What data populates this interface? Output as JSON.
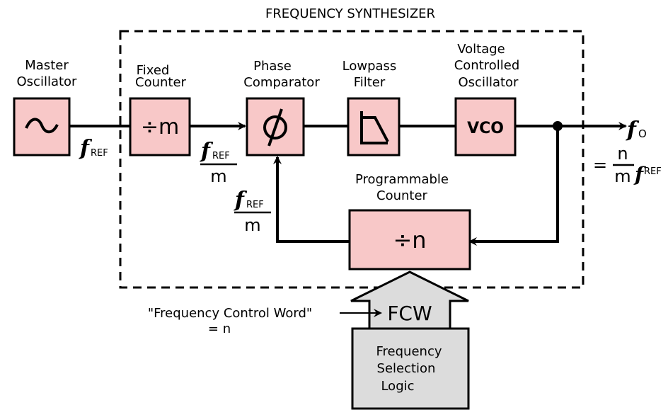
{
  "title": "FREQUENCY SYNTHESIZER",
  "colors": {
    "block_fill": "#f8c8c8",
    "selection_fill": "#dcdcdc",
    "stroke": "#000000"
  },
  "blocks": {
    "master_oscillator": {
      "label_line1": "Master",
      "label_line2": "Oscillator",
      "symbol": "~"
    },
    "fixed_counter": {
      "label_line1": "Fixed",
      "label_line2": "Counter",
      "symbol": "÷m"
    },
    "phase_comparator": {
      "label_line1": "Phase",
      "label_line2": "Comparator",
      "symbol": "ϕ"
    },
    "lowpass_filter": {
      "label_line1": "Lowpass",
      "label_line2": "Filter"
    },
    "vco": {
      "label_line1": "Voltage",
      "label_line2": "Controlled",
      "label_line3": "Oscillator",
      "symbol": "VCO"
    },
    "programmable_counter": {
      "label_line1": "Programmable",
      "label_line2": "Counter",
      "symbol": "÷n"
    },
    "frequency_selection_logic": {
      "label_line1": "Frequency",
      "label_line2": "Selection",
      "label_line3": "Logic"
    }
  },
  "signals": {
    "f": "f",
    "ref_sub": "REF",
    "out_sub": "O",
    "m": "m",
    "n": "n",
    "equals": "="
  },
  "fcw": {
    "symbol": "FCW",
    "label_line1": "\"Frequency Control Word\"",
    "label_line2": "= n"
  }
}
